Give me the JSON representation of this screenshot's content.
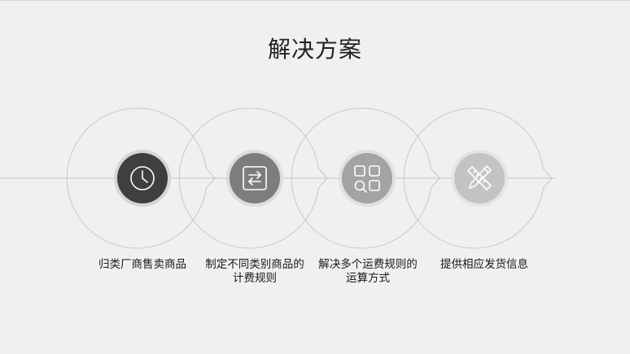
{
  "title": "解决方案",
  "steps": [
    {
      "label": "归类厂商售卖商品",
      "icon": "clock-icon",
      "fill": "#3f3f3f"
    },
    {
      "label": "制定不同类别商品的计费规则",
      "icon": "swap-arrows-icon",
      "fill": "#7d7d7d"
    },
    {
      "label": "解决多个运费规则的运算方式",
      "icon": "grid-search-icon",
      "fill": "#a3a3a3"
    },
    {
      "label": "提供相应发货信息",
      "icon": "pencil-ruler-icon",
      "fill": "#c3c3c3"
    }
  ],
  "colors": {
    "background": "#f0f0f0",
    "ring_stroke": "#c8c8c8",
    "line": "#bdbdbd"
  }
}
